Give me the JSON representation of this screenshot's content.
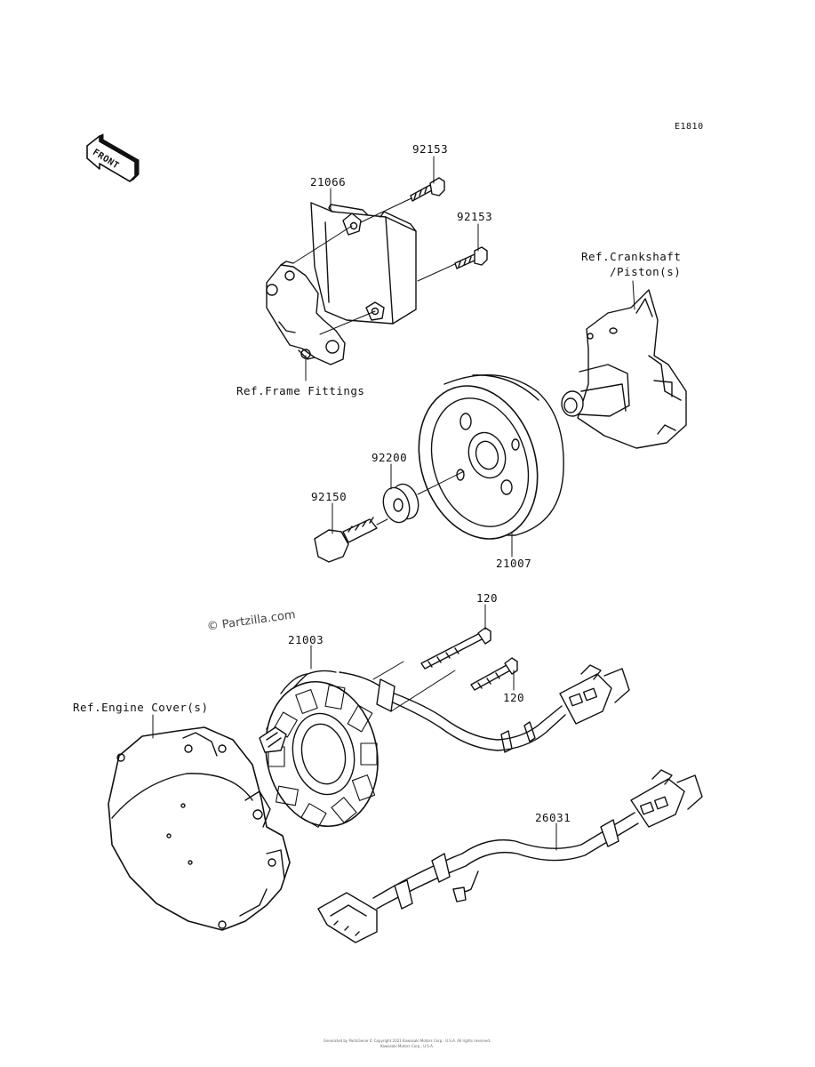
{
  "diagram_code": "E1810",
  "front_arrow_label": "FRONT",
  "watermark": "© Partzilla.com",
  "parts": {
    "regulator": "21066",
    "bolt_a": "92153",
    "bolt_b": "92153",
    "flywheel": "21007",
    "washer": "92200",
    "flywheel_bolt": "92150",
    "stator": "21003",
    "screw_a": "120",
    "screw_b": "120",
    "harness": "26031"
  },
  "refs": {
    "frame": "Ref.Frame Fittings",
    "crankshaft_1": "Ref.Crankshaft",
    "crankshaft_2": "/Piston(s)",
    "engine_cover": "Ref.Engine Cover(s)"
  },
  "footer": {
    "line1": "Generated by PartsGenie © Copyright 2021 Kawasaki Motors Corp., U.S.A. All rights reserved.",
    "line2": "Kawasaki Motors Corp., U.S.A."
  }
}
